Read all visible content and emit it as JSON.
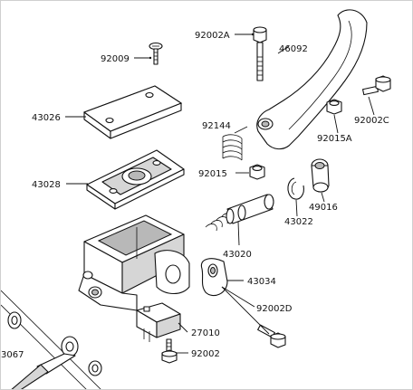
{
  "diagram": {
    "labels": {
      "p92009": "92009",
      "p92002A": "92002A",
      "p46092": "46092",
      "p43026": "43026",
      "p92144": "92144",
      "p92002C": "92002C",
      "p92015A": "92015A",
      "p92015": "92015",
      "p43028": "43028",
      "p49016": "49016",
      "p43022": "43022",
      "p43020": "43020",
      "p43034": "43034",
      "p92002D": "92002D",
      "p27010": "27010",
      "p92002": "92002",
      "p3067": "3067"
    },
    "colors": {
      "line": "#111111",
      "fill": "#ffffff",
      "shade": "#d6d6d6"
    }
  }
}
